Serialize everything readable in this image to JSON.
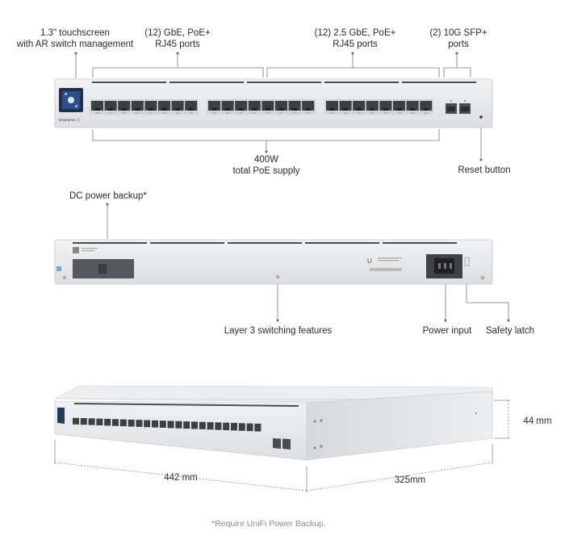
{
  "front": {
    "touchscreen_label": [
      "1.3\" touchscreen",
      "with AR switch management"
    ],
    "gbe_label": [
      "(12) GbE, PoE+",
      "RJ45 ports"
    ],
    "g25_label": [
      "(12) 2.5 GbE, PoE+",
      "RJ45 ports"
    ],
    "sfp_label": [
      "(2) 10G SFP+",
      "ports"
    ],
    "poe_label": [
      "400W",
      "total PoE supply"
    ],
    "reset_label": "Reset button",
    "brand_text": "Enterprise"
  },
  "back": {
    "dc_label": "DC power backup*",
    "l3_label": "Layer 3 switching features",
    "power_label": "Power input",
    "latch_label": "Safety latch"
  },
  "dims": {
    "width": "442 mm",
    "depth": "325mm",
    "height": "44 mm"
  },
  "footnote": "*Require UniFi Power Backup.",
  "colors": {
    "chassis": "#e9eaec",
    "chassis_edge": "#c9cbce",
    "port": "#3c3f44",
    "line": "#777777",
    "screen": "#243a5e"
  }
}
